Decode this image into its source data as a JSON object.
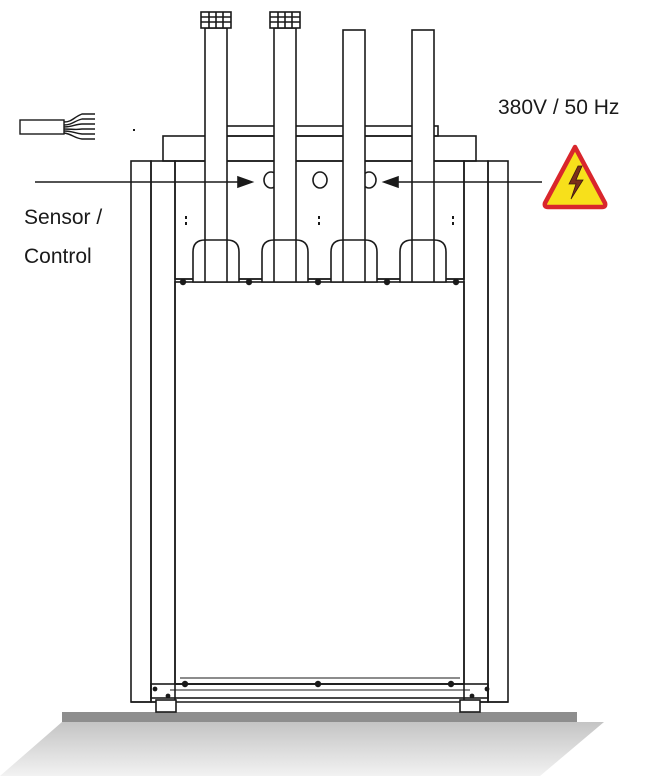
{
  "labels": {
    "power_line1": "380V / 50 Hz",
    "sensor_line1": "Sensor /",
    "sensor_line2": "Control"
  },
  "colors": {
    "line": "#1a1a1a",
    "floor_top": "#8e8e8e",
    "floor_gradient_start": "#c4c4c4",
    "floor_gradient_end": "#f2f2f2",
    "warning_fill": "#f7e01b",
    "warning_border": "#d9262c"
  },
  "icons": {
    "warning": "high-voltage-warning-icon",
    "cable": "multi-wire-cable-icon"
  }
}
